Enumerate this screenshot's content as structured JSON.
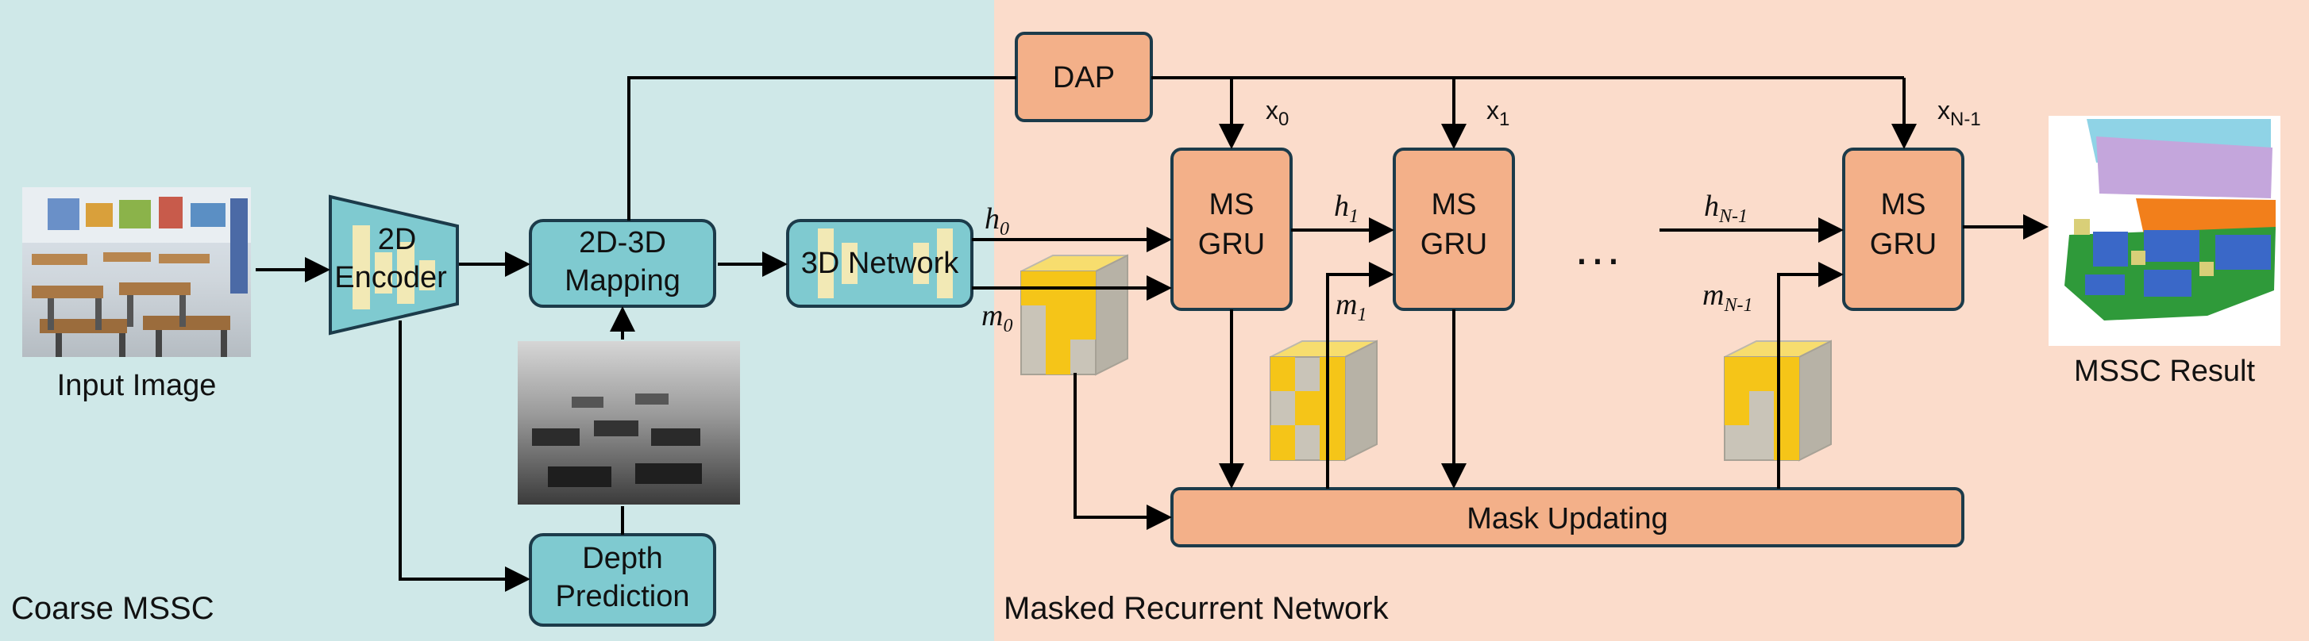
{
  "sections": {
    "coarse": "Coarse MSSC",
    "recurrent": "Masked Recurrent Network"
  },
  "labels": {
    "input_image": "Input Image",
    "result": "MSSC Result"
  },
  "blocks": {
    "encoder": [
      "2D",
      "Encoder"
    ],
    "mapping": [
      "2D-3D",
      "Mapping"
    ],
    "network3d": "3D Network",
    "depth": [
      "Depth",
      "Prediction"
    ],
    "dap": "DAP",
    "msgru": [
      "MS",
      "GRU"
    ],
    "mask_updating": "Mask Updating",
    "ellipsis": "···"
  },
  "variables": {
    "x0": "x",
    "x0_sub": "0",
    "x1": "x",
    "x1_sub": "1",
    "xN": "x",
    "xN_sub": "N-1",
    "h0": "h",
    "h0_sub": "0",
    "h1": "h",
    "h1_sub": "1",
    "hN": "h",
    "hN_sub": "N-1",
    "m0": "m",
    "m0_sub": "0",
    "m1": "m",
    "m1_sub": "1",
    "mN": "m",
    "mN_sub": "N-1"
  },
  "colors": {
    "coarse_bg": "#cfe8e8",
    "recurrent_bg": "#fbdccb",
    "teal_block": "#7fcad0",
    "orange_block": "#f3b089",
    "feature_bar": "#f2e9b5",
    "voxel_yellow": "#f5c518",
    "voxel_gray": "#c9c4b8"
  },
  "icons": [
    "classroom-photo",
    "depth-map-image",
    "voxel-cube-icon",
    "mssc-result-voxels"
  ]
}
